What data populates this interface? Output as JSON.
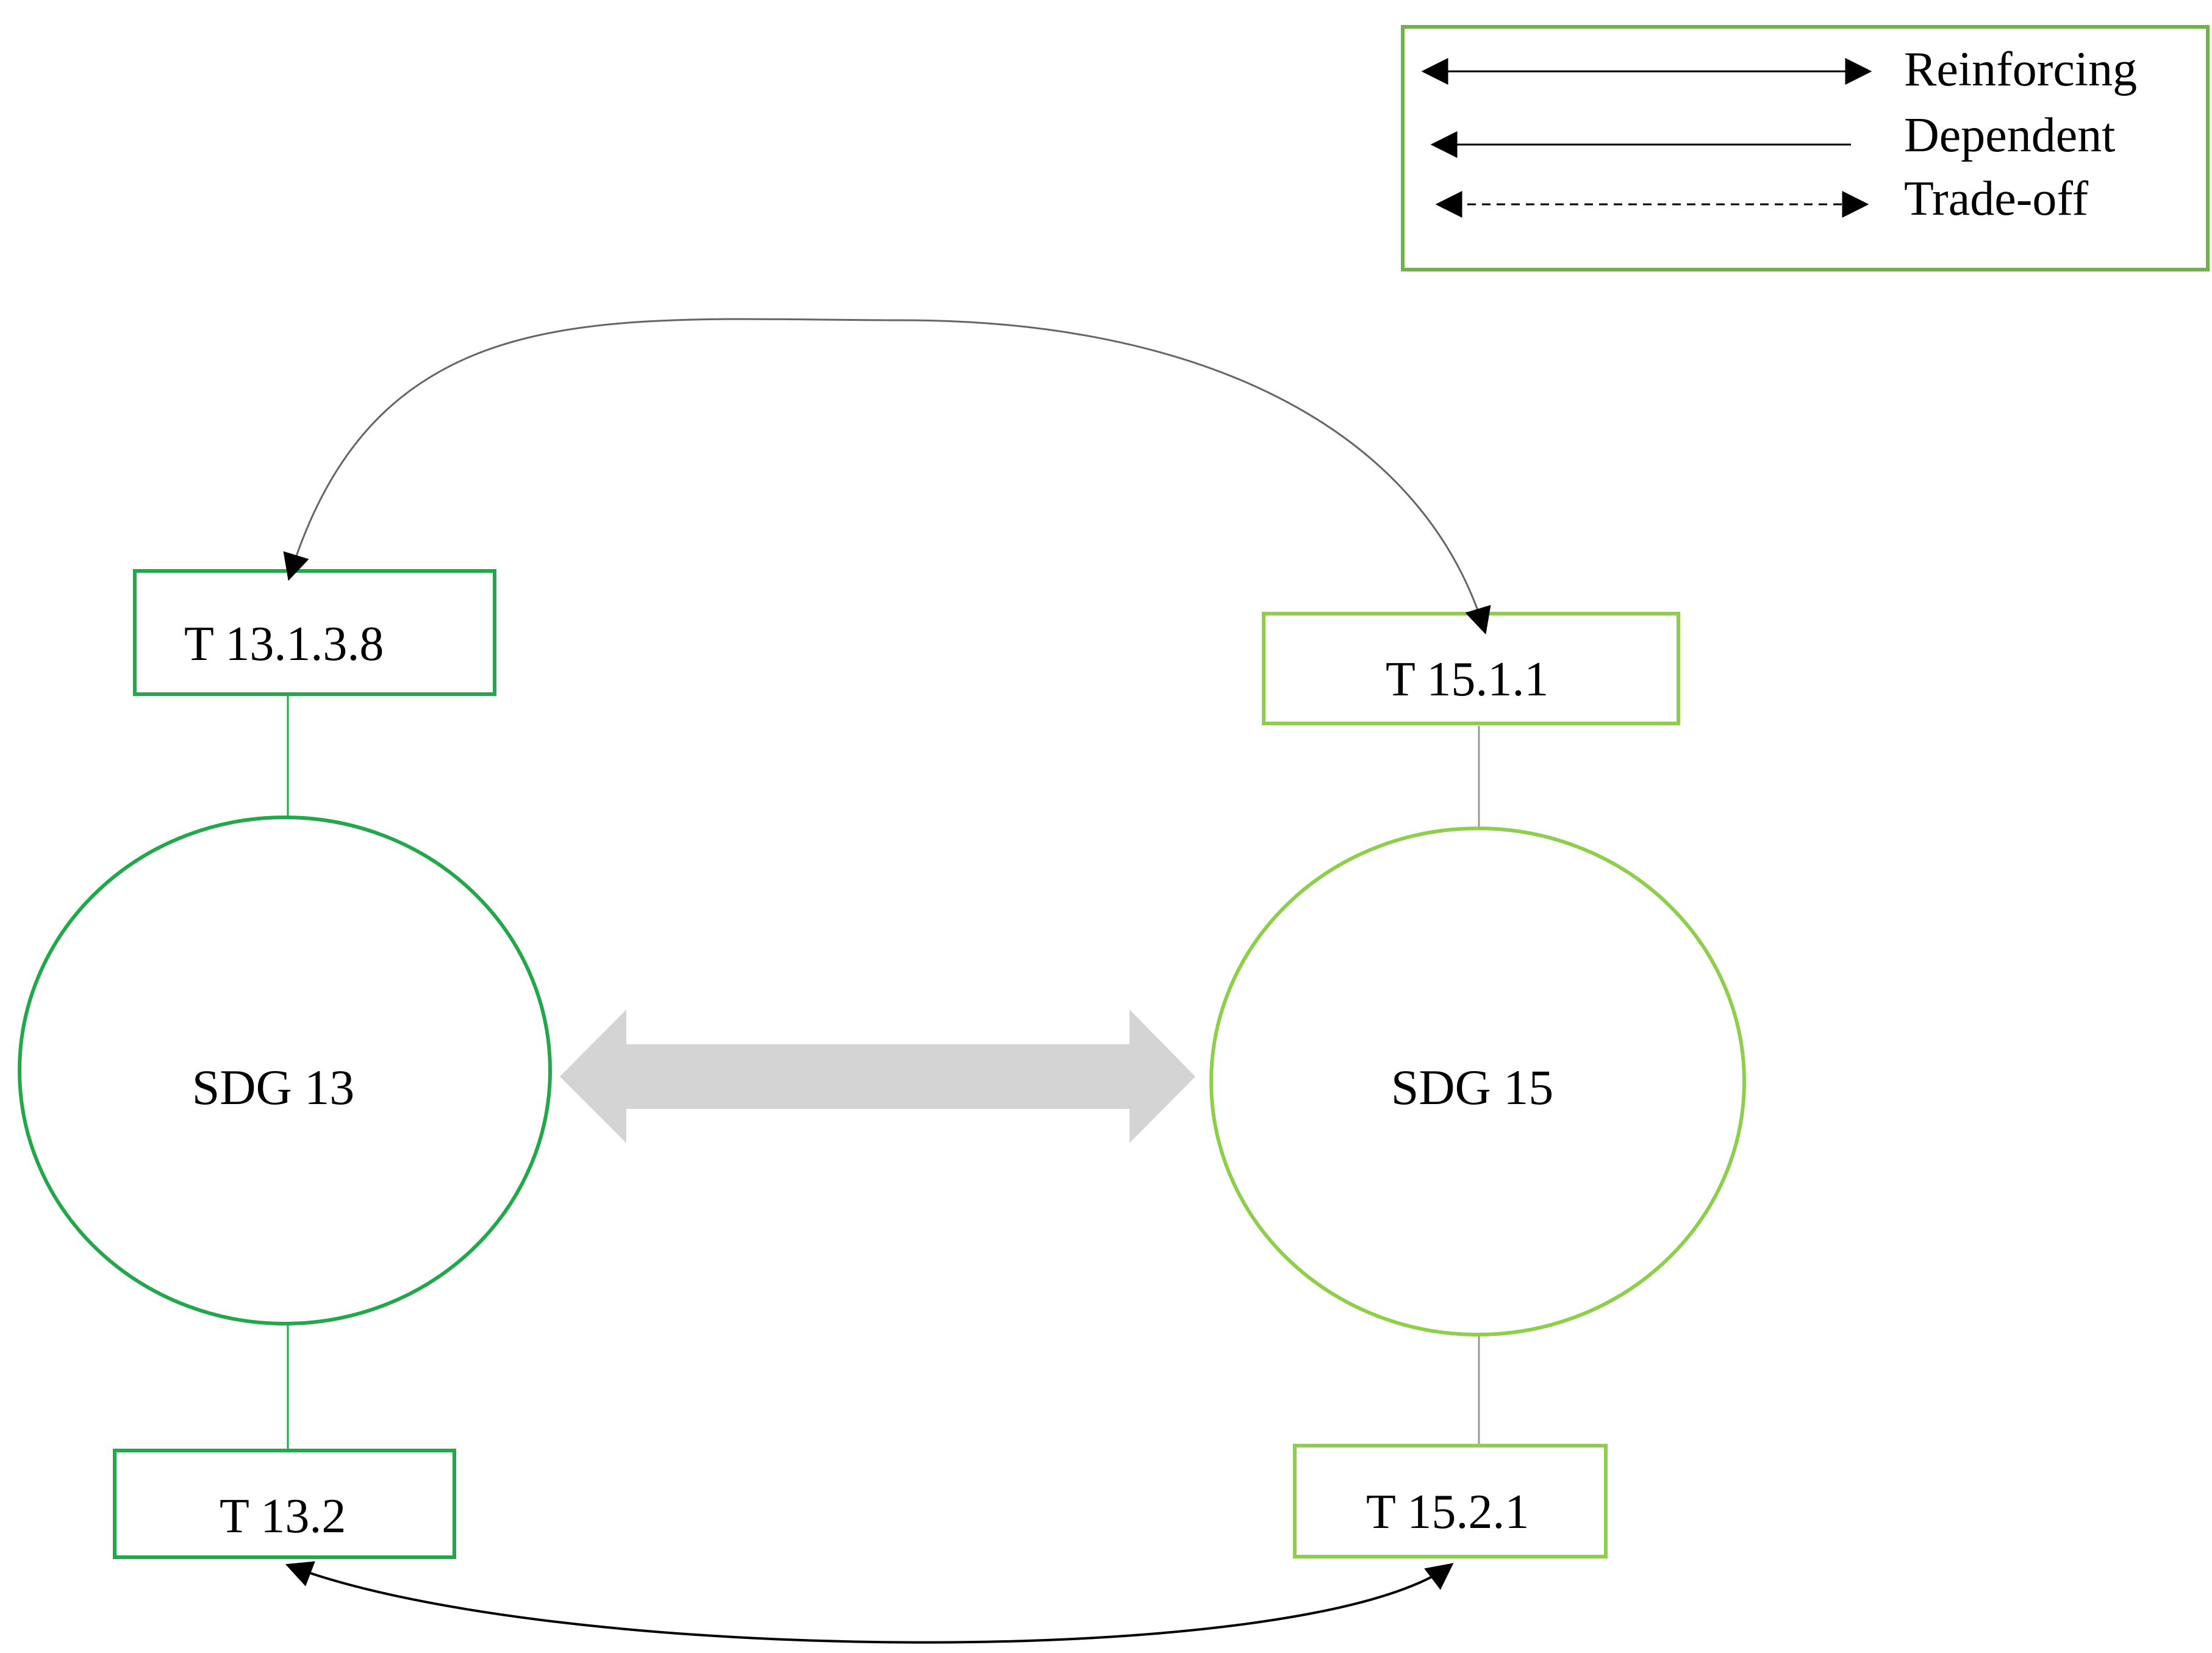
{
  "colors": {
    "sdg13": "#22a84a",
    "sdg15": "#8dcf4a",
    "legend_border": "#6db34a",
    "link": "#777777",
    "arrow": "#000000",
    "big_arrow": "#d4d4d4"
  },
  "legend": {
    "items": [
      {
        "label": "Reinforcing",
        "style": "double-solid"
      },
      {
        "label": "Dependent",
        "style": "single-solid"
      },
      {
        "label": "Trade-off",
        "style": "double-dashed"
      }
    ]
  },
  "nodes": {
    "sdg13": {
      "label": "SDG 13"
    },
    "sdg15": {
      "label": "SDG 15"
    }
  },
  "targets": {
    "t13_1_3_8": {
      "label": "T 13.1.3.8"
    },
    "t13_2": {
      "label": "T 13.2"
    },
    "t15_1_1": {
      "label": "T 15.1.1"
    },
    "t15_2_1": {
      "label": "T 15.2.1"
    }
  },
  "relations": [
    {
      "from": "SDG 13",
      "to": "SDG 15",
      "type": "wide two-way arrow"
    },
    {
      "from": "T 13.1.3.8",
      "to": "T 15.1.1",
      "type": "reinforcing"
    },
    {
      "from": "T 13.2",
      "to": "T 15.2.1",
      "type": "reinforcing"
    }
  ]
}
